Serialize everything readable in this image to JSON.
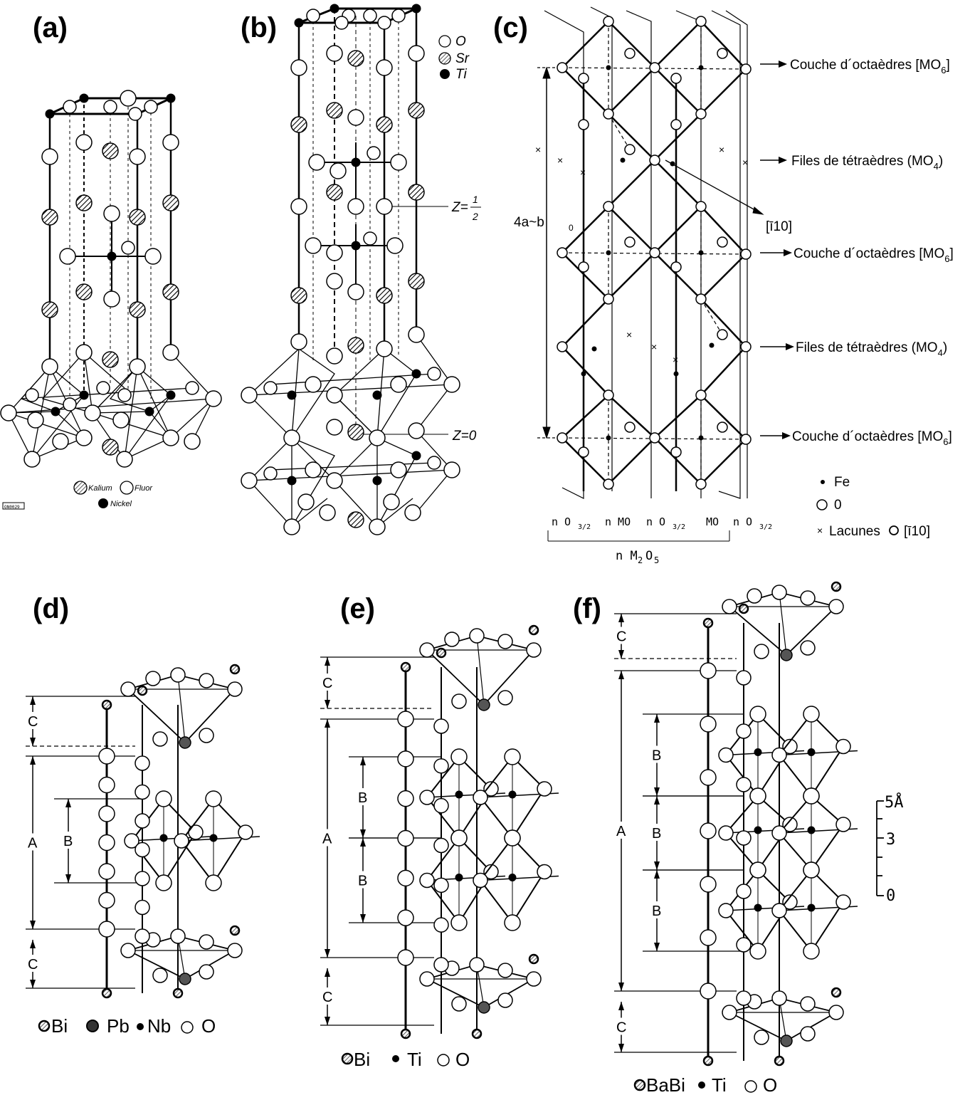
{
  "panels": {
    "a": {
      "label": "(a)",
      "legend": {
        "k": "Kalium",
        "f": "Fluor",
        "ni": "Nickel"
      },
      "tag": "ON0029"
    },
    "b": {
      "label": "(b)",
      "legend": {
        "o": "O",
        "sr": "Sr",
        "ti": "Ti"
      },
      "z_half": "Z=",
      "z_half_num": "1",
      "z_half_den": "2",
      "z_zero": "Z=0"
    },
    "c": {
      "label": "(c)",
      "dimension": "4a~b",
      "dimension_sub": "0",
      "miller": "[ī10]",
      "layers": [
        {
          "text": "Couche d´octaèdres [MO",
          "sub": "6",
          "end": "]"
        },
        {
          "text": "Files de tétraèdres  (MO",
          "sub": "4",
          "end": ")"
        },
        {
          "text": "Couche d´octaèdres [MO",
          "sub": "6",
          "end": "]"
        },
        {
          "text": "Files de tétraèdres (MO",
          "sub": "4",
          "end": ")"
        },
        {
          "text": "Couche d´octaèdres [MO",
          "sub": "6",
          "end": "]"
        }
      ],
      "legend": {
        "fe": "Fe",
        "o": "0",
        "lacunes": "Lacunes",
        "dir": "[ī10]"
      },
      "formula_top": [
        "n O",
        "3/2",
        "n MO",
        "n O",
        "3/2",
        "MO",
        "n O",
        "3/2"
      ],
      "formula_bottom": "n M",
      "formula_bottom_sub1": "2",
      "formula_bottom_mid": "O",
      "formula_bottom_sub2": "5"
    },
    "d": {
      "label": "(d)",
      "dims": [
        "C",
        "A",
        "B",
        "C"
      ],
      "legend": {
        "bi": "Bi",
        "pb": "Pb",
        "nb": "Nb",
        "o": "O"
      }
    },
    "e": {
      "label": "(e)",
      "dims": [
        "C",
        "A",
        "B",
        "B",
        "C"
      ],
      "legend": {
        "bi": "Bi",
        "ti": "Ti",
        "o": "O"
      }
    },
    "f": {
      "label": "(f)",
      "dims": [
        "C",
        "A",
        "B",
        "B",
        "B",
        "C"
      ],
      "legend": {
        "babi": "BaBi",
        "ti": "Ti",
        "o": "O"
      },
      "scale": {
        "unit": "5Å",
        "mid": "3",
        "zero": "0"
      }
    }
  }
}
